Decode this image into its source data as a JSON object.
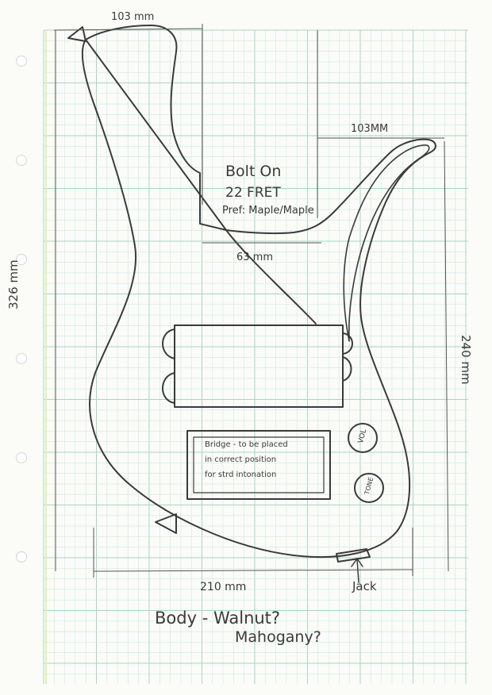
{
  "dimensions": {
    "head_width": "103 mm",
    "horn_width": "103MM",
    "neck_pocket": "63 mm",
    "overall_length": "326 mm",
    "body_length": "240 mm",
    "body_width": "210 mm"
  },
  "neck_note": {
    "line1": "Bolt On",
    "line2": "22 FRET",
    "line3": "Pref: Maple/Maple"
  },
  "bridge_note": {
    "line1": "Bridge - to be placed",
    "line2": "in correct position",
    "line3": "for strd intonation"
  },
  "knobs": {
    "volume": "VOL",
    "tone": "TONE"
  },
  "jack_label": "Jack",
  "wood_note": {
    "line1": "Body - Walnut?",
    "line2": "Mahogany?"
  },
  "colors": {
    "paper": "#fbfcf7",
    "grid_minor": "#cfe6ea",
    "grid_major": "#a9d3c9",
    "pencil": "#3a3a3a",
    "margin": "#e6f0a8"
  }
}
